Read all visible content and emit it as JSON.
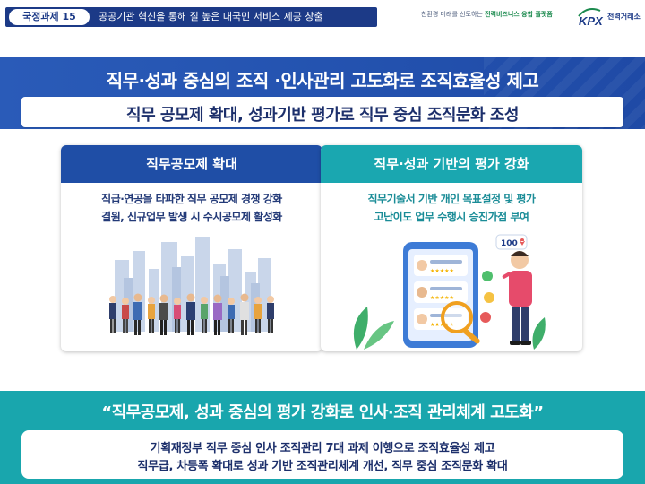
{
  "header": {
    "task_badge": "국정과제 15",
    "task_title": "공공기관 혁신을 통해 질 높은 대국민 서비스 제공 창출",
    "slogan_prefix": "친환경 미래",
    "slogan_middle": "를 선도하는 ",
    "slogan_emph": "전력비즈니스 융합 플랫폼",
    "logo_text": "KPX",
    "logo_name": "전력거래소"
  },
  "banner": {
    "title": "직무·성과 중심의 조직 ·인사관리 고도화로 조직효율성 제고",
    "subtitle": "직무 공모제 확대, 성과기반 평가로 직무 중심 조직문화 조성"
  },
  "cards": [
    {
      "heading": "직무공모제 확대",
      "lines": [
        "직급·연공을 타파한 직무 공모제 경쟁 강화",
        "결원, 신규업무 발생 시 수시공모제 활성화"
      ]
    },
    {
      "heading": "직무·성과 기반의 평가 강화",
      "lines": [
        "직무기술서 기반 개인 목표설정 및 평가",
        "고난이도 업무 수행시 승진가점 부여"
      ],
      "badge": "100"
    }
  ],
  "bottom": {
    "quote": "“직무공모제, 성과 중심의 평가 강화로 인사·조직 관리체계 고도화”",
    "lines": [
      "기획재정부 직무 중심 인사 조직관리 7대 과제 이행으로 조직효율성 제고",
      "직무급, 차등폭 확대로 성과 기반 조직관리체계 개선, 직무 중심 조직문화 확대"
    ]
  },
  "colors": {
    "navy": "#1c3a87",
    "banner_blue": "#2453b0",
    "teal": "#19a6ad",
    "card_left_head": "#1f4ea6",
    "card_right_head": "#1aa7b0"
  }
}
